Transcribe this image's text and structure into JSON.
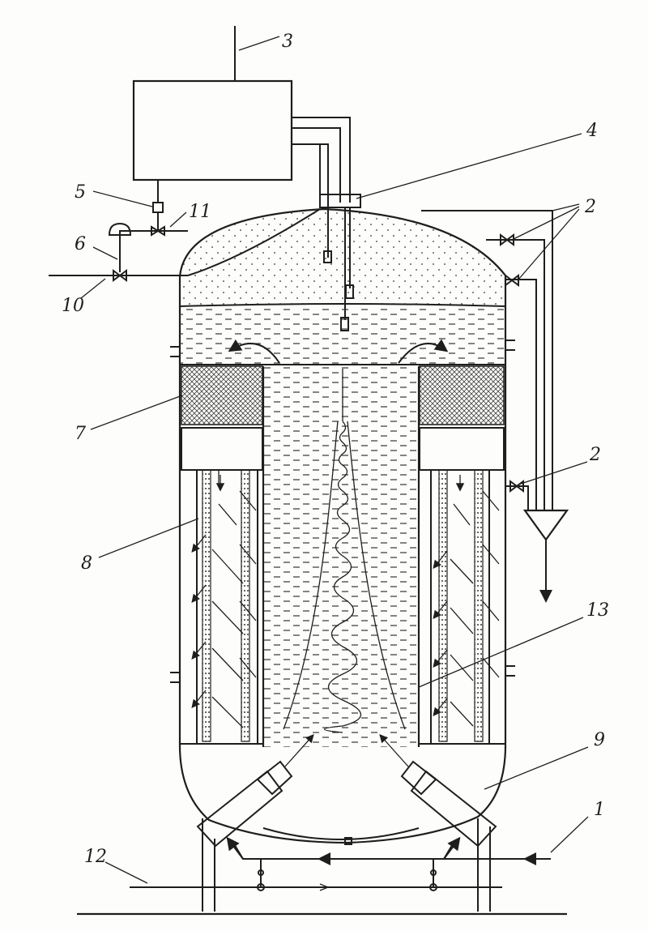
{
  "diagram": {
    "labels": {
      "l1": "1",
      "l2a": "2",
      "l2b": "2",
      "l3": "3",
      "l4": "4",
      "l5": "5",
      "l6": "6",
      "l7": "7",
      "l8": "8",
      "l9": "9",
      "l10": "10",
      "l11": "11",
      "l12": "12",
      "l13": "13"
    },
    "colors": {
      "ink": "#1e1e1e",
      "paper": "#fdfdfb"
    }
  }
}
